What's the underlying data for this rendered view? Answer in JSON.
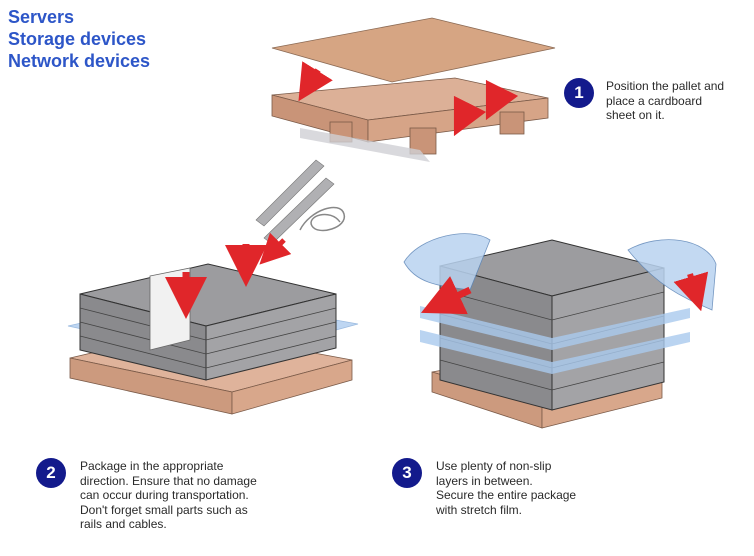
{
  "categories": [
    "Servers",
    "Storage devices",
    "Network devices"
  ],
  "steps": [
    {
      "number": "1",
      "text": "Position the pallet and\nplace a cardboard\nsheet on it."
    },
    {
      "number": "2",
      "text": "Package in the appropriate\ndirection. Ensure that no damage\ncan occur during transportation.\nDon't forget small parts such as\nrails and cables."
    },
    {
      "number": "3",
      "text": "Use plenty of non-slip\nlayers in between.\nSecure the entire package\nwith stretch film."
    }
  ],
  "colors": {
    "heading": "#2d56c8",
    "badge": "#131a8c",
    "pallet": "#d9a88c",
    "cardboard": "#d4a17f",
    "device": "#8f8f92",
    "film": "#a9c9ee",
    "arrow": "#e0262a"
  }
}
